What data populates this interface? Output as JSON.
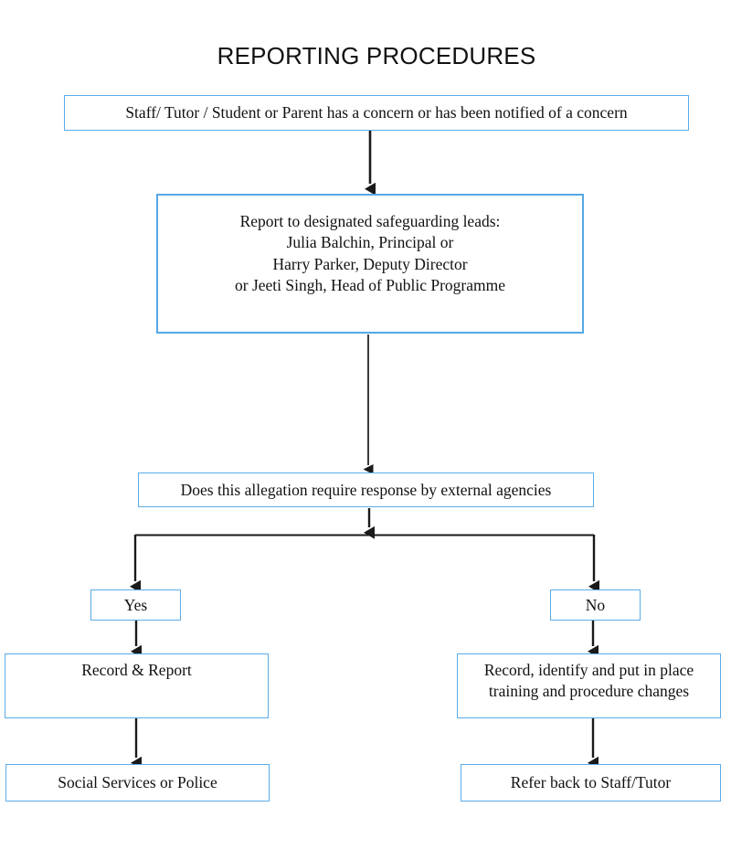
{
  "title": "REPORTING PROCEDURES",
  "colors": {
    "box_border": "#5BACE8",
    "box_border_thick": "#55A8E6",
    "connector": "#1A1A1A",
    "text": "#111111",
    "background": "#FFFFFF"
  },
  "nodes": {
    "concern": "Staff/ Tutor / Student or Parent has a concern or has been notified of a concern",
    "report_leads": "Report to designated safeguarding leads:\nJulia Balchin, Principal or\nHarry Parker, Deputy Director\nor Jeeti Singh, Head of Public Programme",
    "decision": "Does this allegation require response by external agencies",
    "yes": "Yes",
    "no": "No",
    "record_report": "Record & Report",
    "social_services": "Social Services or Police",
    "record_identify": "Record, identify and put in place\ntraining and procedure changes",
    "refer_back": "Refer back to Staff/Tutor"
  },
  "flow": {
    "edges": [
      {
        "from": "concern",
        "to": "report_leads",
        "label": ""
      },
      {
        "from": "report_leads",
        "to": "decision",
        "label": ""
      },
      {
        "from": "decision",
        "to": "yes",
        "label": "Yes"
      },
      {
        "from": "decision",
        "to": "no",
        "label": "No"
      },
      {
        "from": "yes",
        "to": "record_report",
        "label": ""
      },
      {
        "from": "no",
        "to": "record_identify",
        "label": ""
      },
      {
        "from": "record_report",
        "to": "social_services",
        "label": ""
      },
      {
        "from": "record_identify",
        "to": "refer_back",
        "label": ""
      }
    ]
  }
}
